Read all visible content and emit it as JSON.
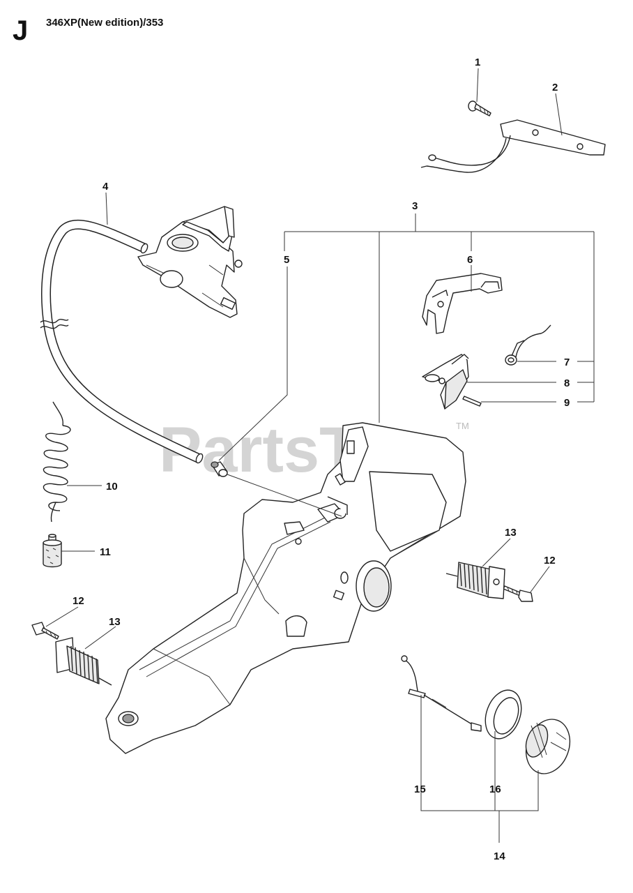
{
  "header": {
    "section": "J",
    "model": "346XP(New edition)/353"
  },
  "watermark": {
    "text": "PartsTree",
    "tm": "TM"
  },
  "callouts": {
    "c1": "1",
    "c2": "2",
    "c3": "3",
    "c4": "4",
    "c5": "5",
    "c6": "6",
    "c7": "7",
    "c8": "8",
    "c9": "9",
    "c10": "10",
    "c11": "11",
    "c12a": "12",
    "c12b": "12",
    "c13a": "13",
    "c13b": "13",
    "c14": "14",
    "c15": "15",
    "c16": "16"
  }
}
